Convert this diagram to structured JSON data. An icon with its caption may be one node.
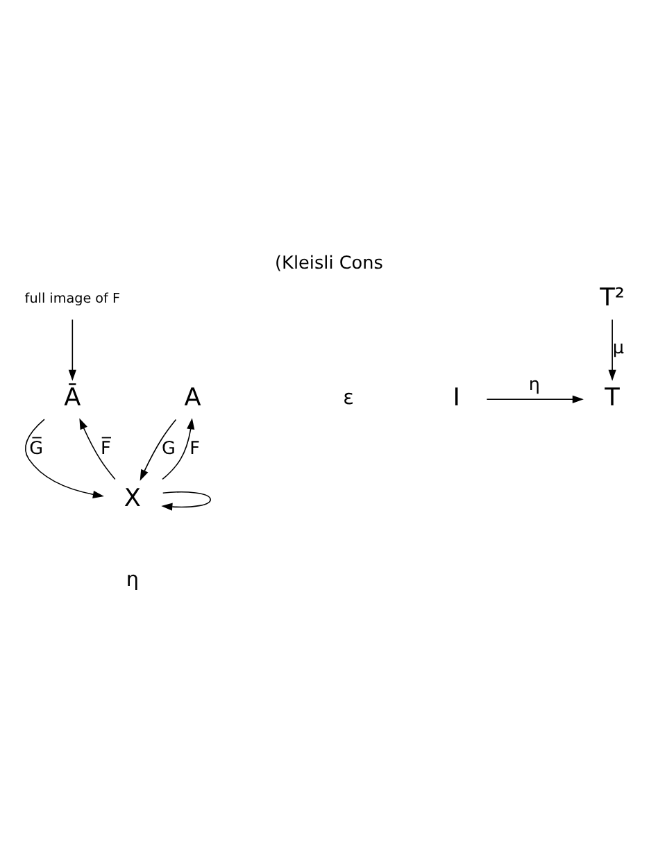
{
  "diagram": {
    "title": "(Kleisli Cons",
    "nodes": [
      {
        "text": [
          "full image of F"
        ]
      },
      {
        "text": [
          "Ā"
        ]
      },
      {
        "text": [
          "A"
        ]
      },
      {
        "text": [
          "X"
        ]
      },
      {
        "text": [
          "T"
        ]
      },
      {
        "text": [
          "I"
        ]
      },
      {
        "text": [
          "T²"
        ]
      }
    ],
    "edges": [
      {
        "from": 0,
        "to": 1,
        "arrow": "to"
      },
      {
        "from": 1,
        "to": 3,
        "arrow": "to",
        "label": "G̅"
      },
      {
        "from": 3,
        "to": 1,
        "arrow": "to",
        "label": "F̅"
      },
      {
        "from": 3,
        "to": 2,
        "arrow": "to",
        "label": "F"
      },
      {
        "from": 2,
        "to": 3,
        "arrow": "to",
        "label": "G"
      },
      {
        "from": 3,
        "to": 3,
        "arrow": "to"
      },
      {
        "from": 5,
        "to": 4,
        "arrow": "to",
        "label": "η"
      },
      {
        "from": 6,
        "to": 4,
        "arrow": "to",
        "label": "μ"
      }
    ],
    "labels": [
      "ε",
      "η"
    ]
  }
}
